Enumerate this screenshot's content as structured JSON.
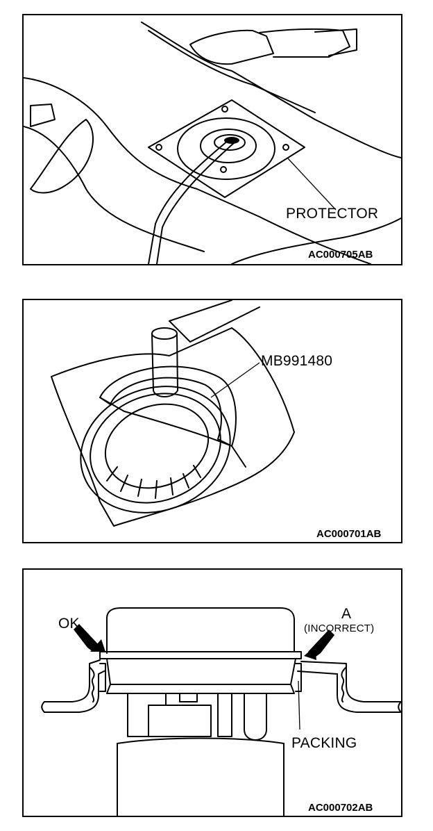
{
  "figures": [
    {
      "callout": "PROTECTOR",
      "code": "AC000705AB"
    },
    {
      "callout": "MB991480",
      "code": "AC000701AB"
    },
    {
      "callout_ok": "OK",
      "callout_a": "A",
      "callout_incorrect": "(INCORRECT)",
      "callout_packing": "PACKING",
      "code": "AC000702AB"
    }
  ],
  "colors": {
    "ink": "#000000",
    "paper": "#ffffff"
  }
}
